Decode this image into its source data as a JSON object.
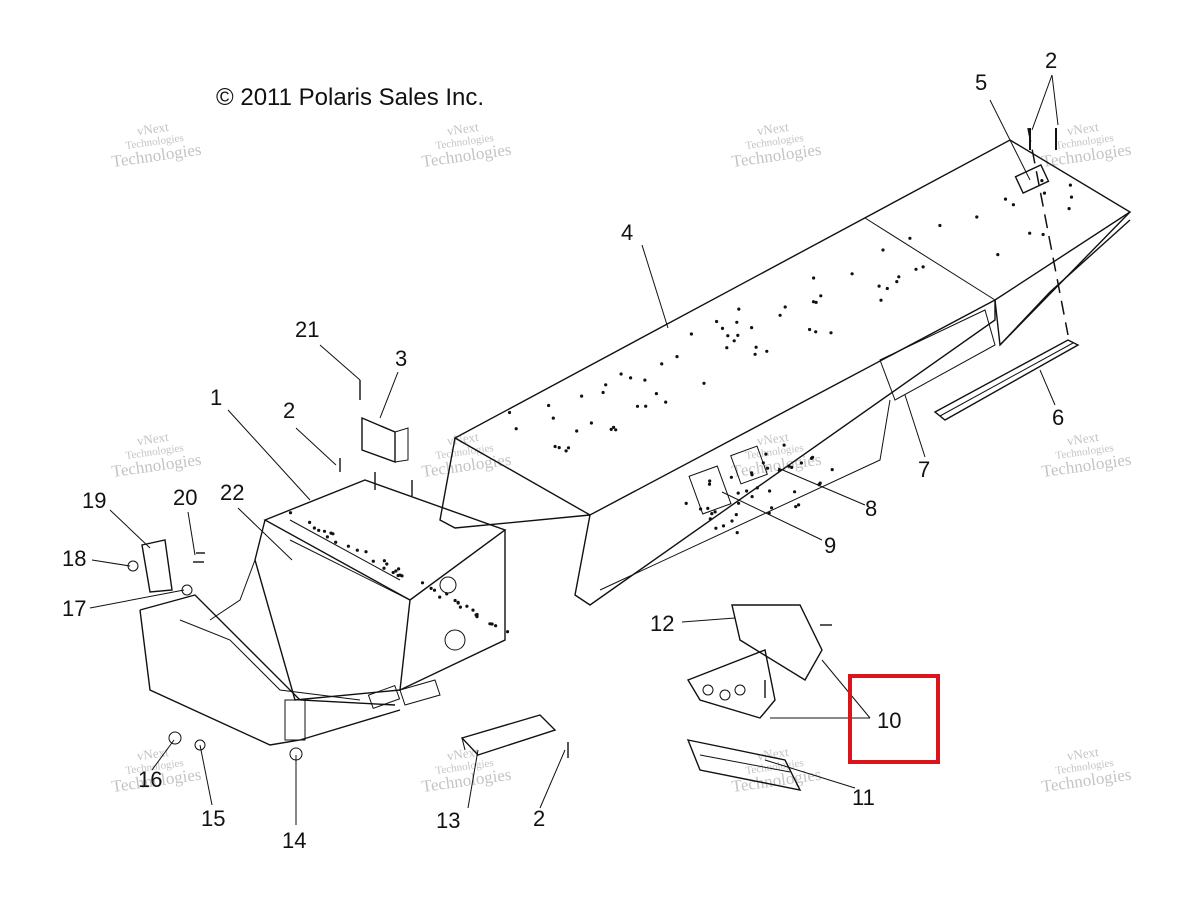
{
  "diagram": {
    "copyright": "© 2011 Polaris Sales Inc.",
    "watermark": {
      "line1": "vNext",
      "line2": "Technologies",
      "line3": "Technologies"
    },
    "highlight_color": "#d9141b",
    "callouts": [
      "1",
      "2",
      "2",
      "2",
      "2",
      "3",
      "4",
      "5",
      "6",
      "7",
      "8",
      "9",
      "10",
      "11",
      "12",
      "13",
      "14",
      "15",
      "16",
      "17",
      "18",
      "19",
      "20",
      "21",
      "22"
    ]
  }
}
